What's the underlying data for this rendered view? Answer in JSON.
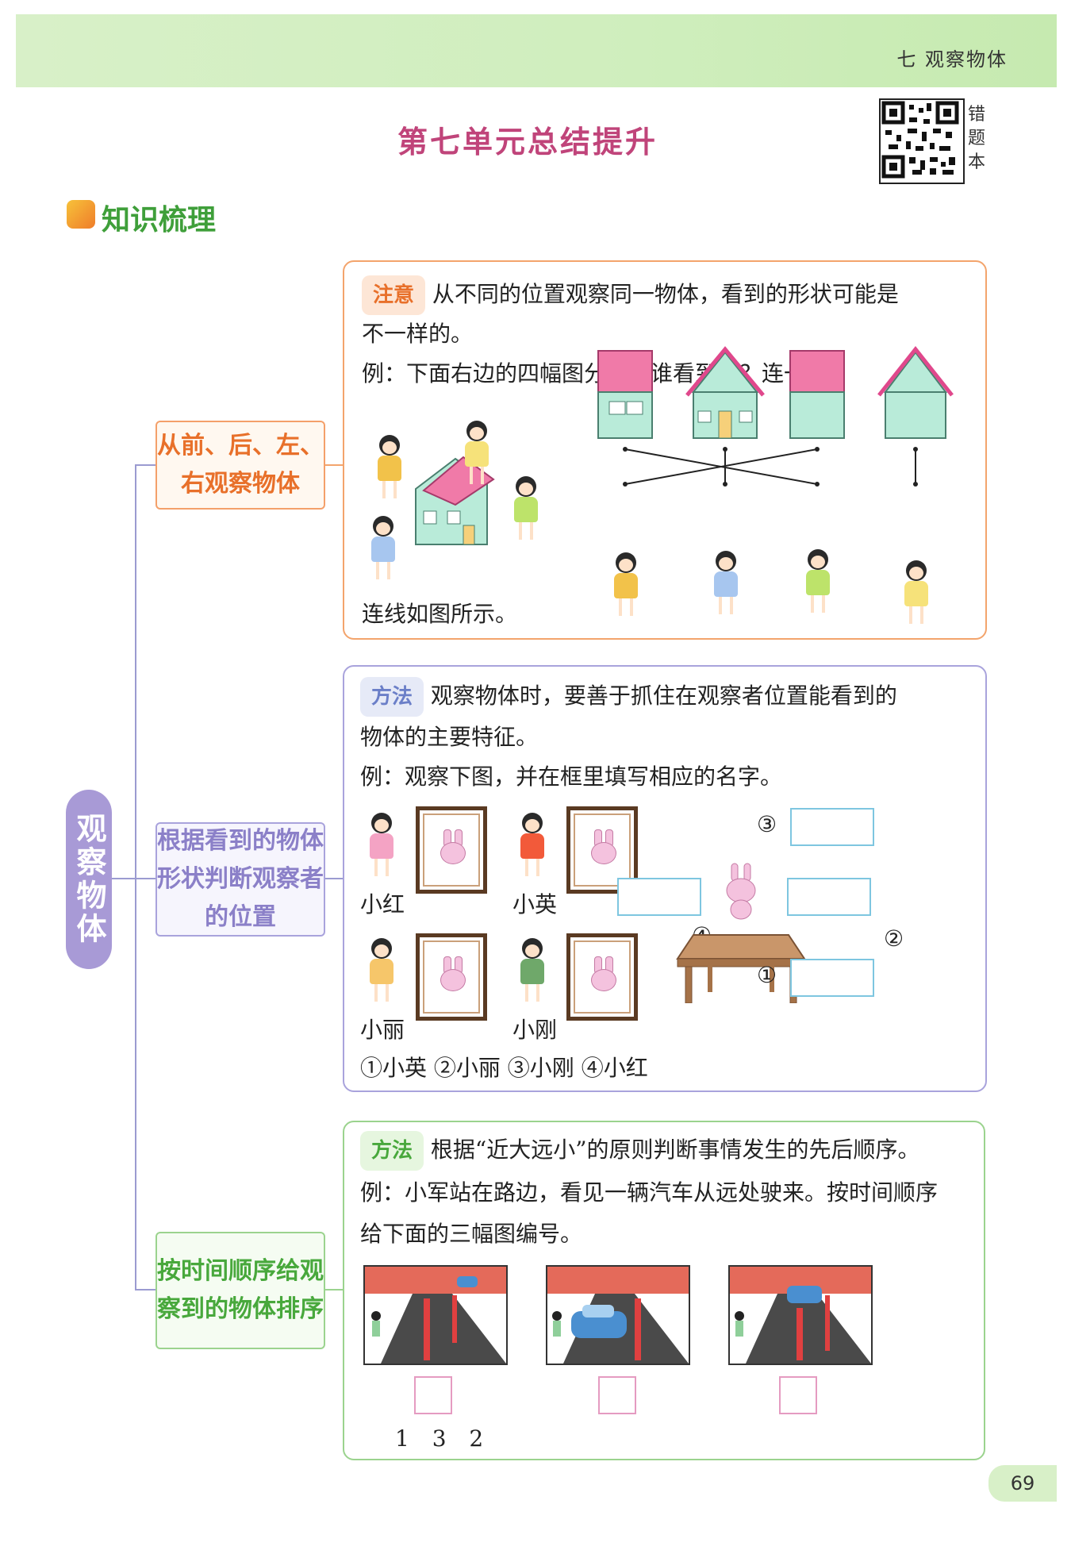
{
  "header": {
    "chapter": "七  观察物体",
    "qr_label": "错题本"
  },
  "title": "第七单元总结提升",
  "section": "知识梳理",
  "root": "观察物体",
  "branches": [
    {
      "label": "从前、后、左、右观察物体"
    },
    {
      "label": "根据看到的物体形状判断观察者的位置"
    },
    {
      "label": "按时间顺序给观察到的物体排序"
    }
  ],
  "card1": {
    "tag": "注意",
    "text1": "从不同的位置观察同一物体，看到的形状可能是",
    "text2": "不一样的。",
    "example": "例：下面右边的四幅图分别是谁看到的？连一连。",
    "answer": "连线如图所示。"
  },
  "card2": {
    "tag": "方法",
    "text1": "观察物体时，要善于抓住在观察者位置能看到的",
    "text2": "物体的主要特征。",
    "example": "例：观察下图，并在框里填写相应的名字。",
    "names": [
      "小红",
      "小英",
      "小丽",
      "小刚"
    ],
    "positions": [
      "③",
      "④",
      "②",
      "①"
    ],
    "answer": "①小英 ②小丽 ③小刚 ④小红"
  },
  "card3": {
    "tag": "方法",
    "text1": "根据“近大远小”的原则判断事情发生的先后顺序。",
    "text2": "例：小军站在路边，看见一辆汽车从远处驶来。按时间顺序",
    "text3": "给下面的三幅图编号。",
    "answer": "1  3  2"
  },
  "page_number": "69",
  "colors": {
    "title": "#c0447a",
    "section": "#3f9f3a",
    "root": "#a89ad6"
  }
}
